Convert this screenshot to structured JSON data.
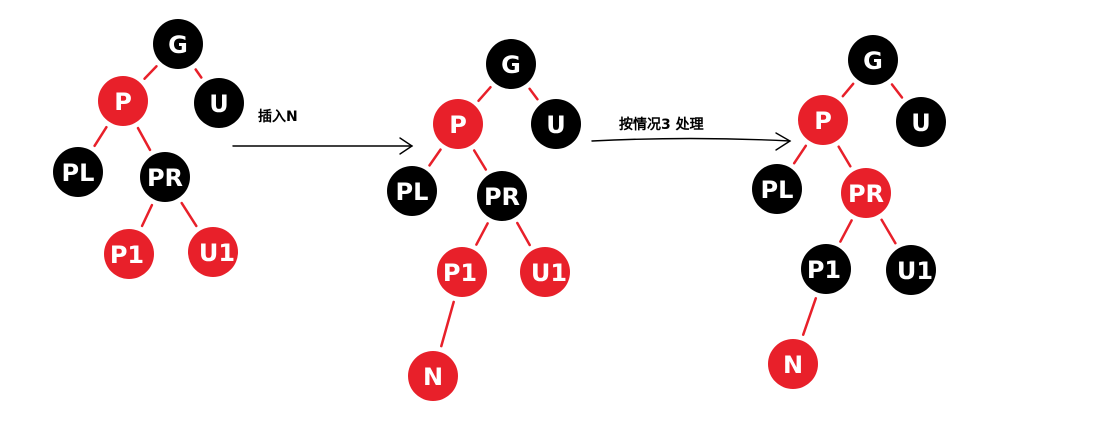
{
  "colors": {
    "red": "#e8202a",
    "black": "#000000",
    "label": "#ffffff",
    "arrow": "#000000"
  },
  "steps": {
    "step1_label": "插入N",
    "step2_label": "按情况3 处理"
  },
  "trees": [
    {
      "name": "before-insert",
      "nodes": [
        {
          "id": "G",
          "label": "G",
          "color": "black"
        },
        {
          "id": "P",
          "label": "P",
          "color": "red"
        },
        {
          "id": "U",
          "label": "U",
          "color": "black"
        },
        {
          "id": "PL",
          "label": "PL",
          "color": "black"
        },
        {
          "id": "PR",
          "label": "PR",
          "color": "black"
        },
        {
          "id": "P1",
          "label": "P1",
          "color": "red"
        },
        {
          "id": "U1",
          "label": "U1",
          "color": "red"
        }
      ],
      "edges": [
        {
          "from": "G",
          "to": "P",
          "color": "red"
        },
        {
          "from": "G",
          "to": "U",
          "color": "red"
        },
        {
          "from": "P",
          "to": "PL",
          "color": "red"
        },
        {
          "from": "P",
          "to": "PR",
          "color": "red"
        },
        {
          "from": "PR",
          "to": "P1",
          "color": "red"
        },
        {
          "from": "PR",
          "to": "U1",
          "color": "red"
        }
      ]
    },
    {
      "name": "after-insert",
      "nodes": [
        {
          "id": "G",
          "label": "G",
          "color": "black"
        },
        {
          "id": "P",
          "label": "P",
          "color": "red"
        },
        {
          "id": "U",
          "label": "U",
          "color": "black"
        },
        {
          "id": "PL",
          "label": "PL",
          "color": "black"
        },
        {
          "id": "PR",
          "label": "PR",
          "color": "black"
        },
        {
          "id": "P1",
          "label": "P1",
          "color": "red"
        },
        {
          "id": "U1",
          "label": "U1",
          "color": "red"
        },
        {
          "id": "N",
          "label": "N",
          "color": "red"
        }
      ],
      "edges": [
        {
          "from": "G",
          "to": "P",
          "color": "red"
        },
        {
          "from": "G",
          "to": "U",
          "color": "red"
        },
        {
          "from": "P",
          "to": "PL",
          "color": "red"
        },
        {
          "from": "P",
          "to": "PR",
          "color": "red"
        },
        {
          "from": "PR",
          "to": "P1",
          "color": "red"
        },
        {
          "from": "PR",
          "to": "U1",
          "color": "red"
        },
        {
          "from": "P1",
          "to": "N",
          "color": "red"
        }
      ]
    },
    {
      "name": "after-case-3",
      "nodes": [
        {
          "id": "G",
          "label": "G",
          "color": "black"
        },
        {
          "id": "P",
          "label": "P",
          "color": "red"
        },
        {
          "id": "U",
          "label": "U",
          "color": "black"
        },
        {
          "id": "PL",
          "label": "PL",
          "color": "black"
        },
        {
          "id": "PR",
          "label": "PR",
          "color": "red"
        },
        {
          "id": "P1",
          "label": "P1",
          "color": "black"
        },
        {
          "id": "U1",
          "label": "U1",
          "color": "black"
        },
        {
          "id": "N",
          "label": "N",
          "color": "red"
        }
      ],
      "edges": [
        {
          "from": "G",
          "to": "P",
          "color": "red"
        },
        {
          "from": "G",
          "to": "U",
          "color": "red"
        },
        {
          "from": "P",
          "to": "PL",
          "color": "red"
        },
        {
          "from": "P",
          "to": "PR",
          "color": "red"
        },
        {
          "from": "PR",
          "to": "P1",
          "color": "red"
        },
        {
          "from": "PR",
          "to": "U1",
          "color": "red"
        },
        {
          "from": "P1",
          "to": "N",
          "color": "red"
        }
      ]
    }
  ]
}
